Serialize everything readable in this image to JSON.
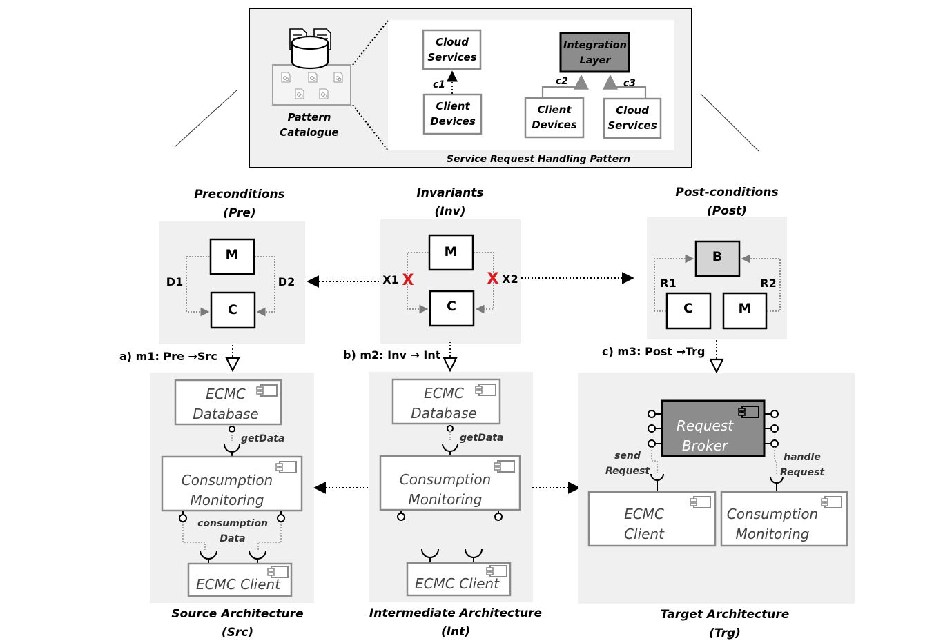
{
  "pattern_panel": {
    "catalogue_label_1": "Pattern",
    "catalogue_label_2": "Catalogue",
    "cloud_services_1": "Cloud",
    "cloud_services_2": "Services",
    "client_devices_1": "Client",
    "client_devices_2": "Devices",
    "integration_layer_1": "Integration",
    "integration_layer_2": "Layer",
    "c1": "c1",
    "c2": "c2",
    "c3": "c3",
    "pattern_title": "Service Request Handling Pattern"
  },
  "pre": {
    "title_1": "Preconditions",
    "title_2": "(Pre)",
    "m": "M",
    "c": "C",
    "d1": "D1",
    "d2": "D2"
  },
  "inv": {
    "title_1": "Invariants",
    "title_2": "(Inv)",
    "m": "M",
    "c": "C",
    "x1": "X1",
    "x2": "X2",
    "x_mark": "X"
  },
  "post": {
    "title_1": "Post-conditions",
    "title_2": "(Post)",
    "b": "B",
    "c": "C",
    "m": "M",
    "r1": "R1",
    "r2": "R2"
  },
  "mappings": {
    "m1": "a) m1: Pre →Src",
    "m2": "b) m2: Inv → Int",
    "m3": "c) m3: Post →Trg"
  },
  "src": {
    "db_1": "ECMC",
    "db_2": "Database",
    "get_data": "getData",
    "cm_1": "Consumption",
    "cm_2": "Monitoring",
    "cons_data_1": "consumption",
    "cons_data_2": "Data",
    "client": "ECMC Client",
    "title_1": "Source Architecture",
    "title_2": "(Src)"
  },
  "int": {
    "db_1": "ECMC",
    "db_2": "Database",
    "get_data": "getData",
    "cm_1": "Consumption",
    "cm_2": "Monitoring",
    "client": "ECMC Client",
    "title_1": "Intermediate Architecture",
    "title_2": "(Int)"
  },
  "trg": {
    "broker_1": "Request",
    "broker_2": "Broker",
    "send_1": "send",
    "send_2": "Request",
    "handle_1": "handle",
    "handle_2": "Request",
    "client_1": "ECMC",
    "client_2": "Client",
    "cm_1": "Consumption",
    "cm_2": "Monitoring",
    "title_1": "Target Architecture",
    "title_2": "(Trg)"
  },
  "colors": {
    "panel_bg": "#f0f0f0",
    "box_border": "#8a8a8a",
    "broker_fill": "#8c8c8c",
    "b_fill": "#d4d4d4",
    "cross_red": "#e0141b"
  }
}
